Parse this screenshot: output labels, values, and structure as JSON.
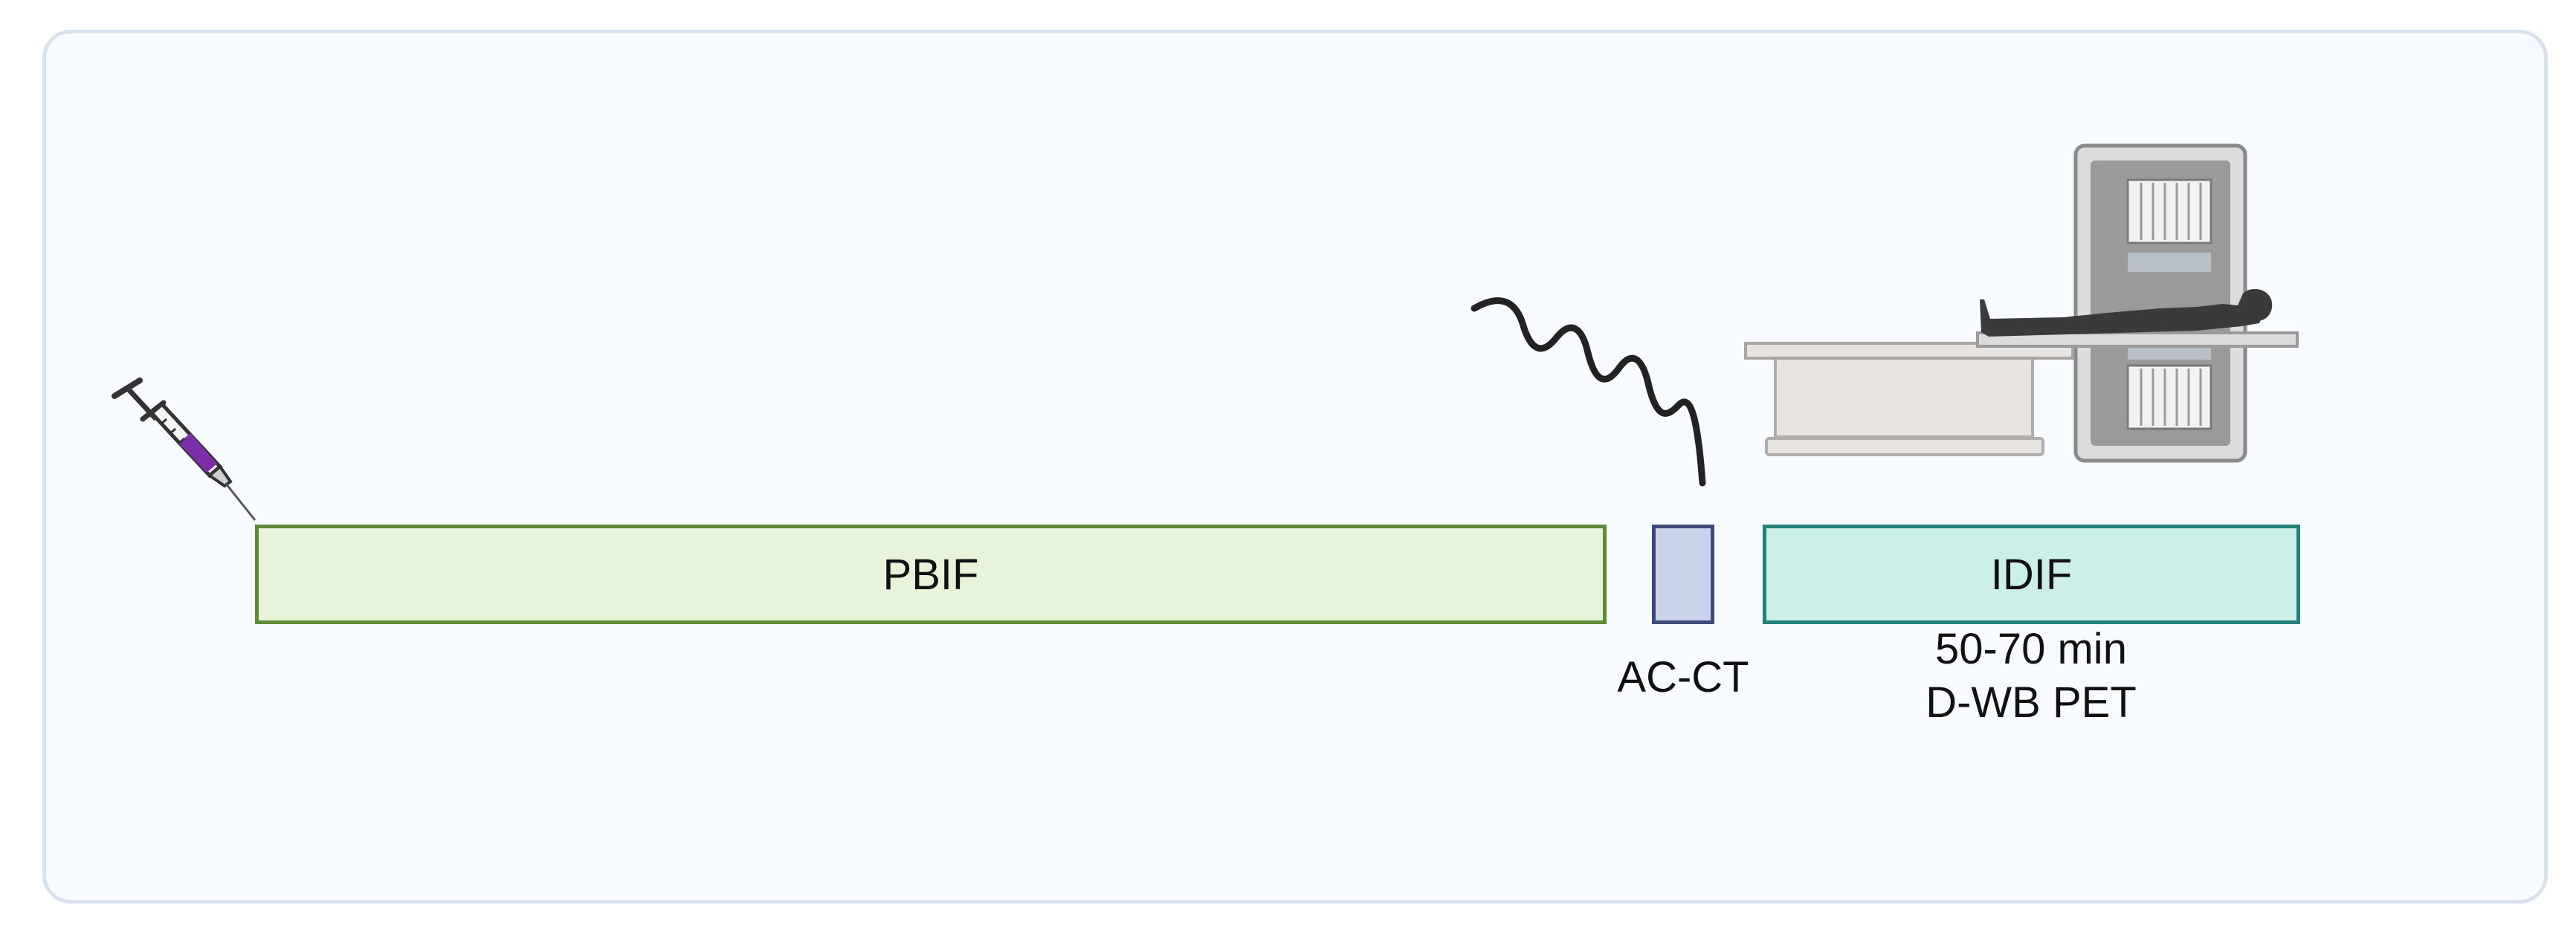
{
  "bars": {
    "pbif": "PBIF",
    "acct": "",
    "idif": "IDIF"
  },
  "captions": {
    "acct": "AC-CT",
    "idif_line1": "50-70 min",
    "idif_line2": "D-WB PET"
  },
  "icons": {
    "syringe": "syringe-icon",
    "xray_wave": "xray-wave-icon",
    "scanner": "pet-ct-scanner-icon",
    "patient": "patient-icon"
  },
  "colors": {
    "pbif_fill": "#e7f4d9",
    "pbif_border": "#5d8c36",
    "acct_fill": "#c9d4ea",
    "acct_border": "#3b4a7a",
    "idif_fill": "#ccefea",
    "idif_border": "#23807a",
    "syringe_liquid": "#7a2fa8"
  }
}
